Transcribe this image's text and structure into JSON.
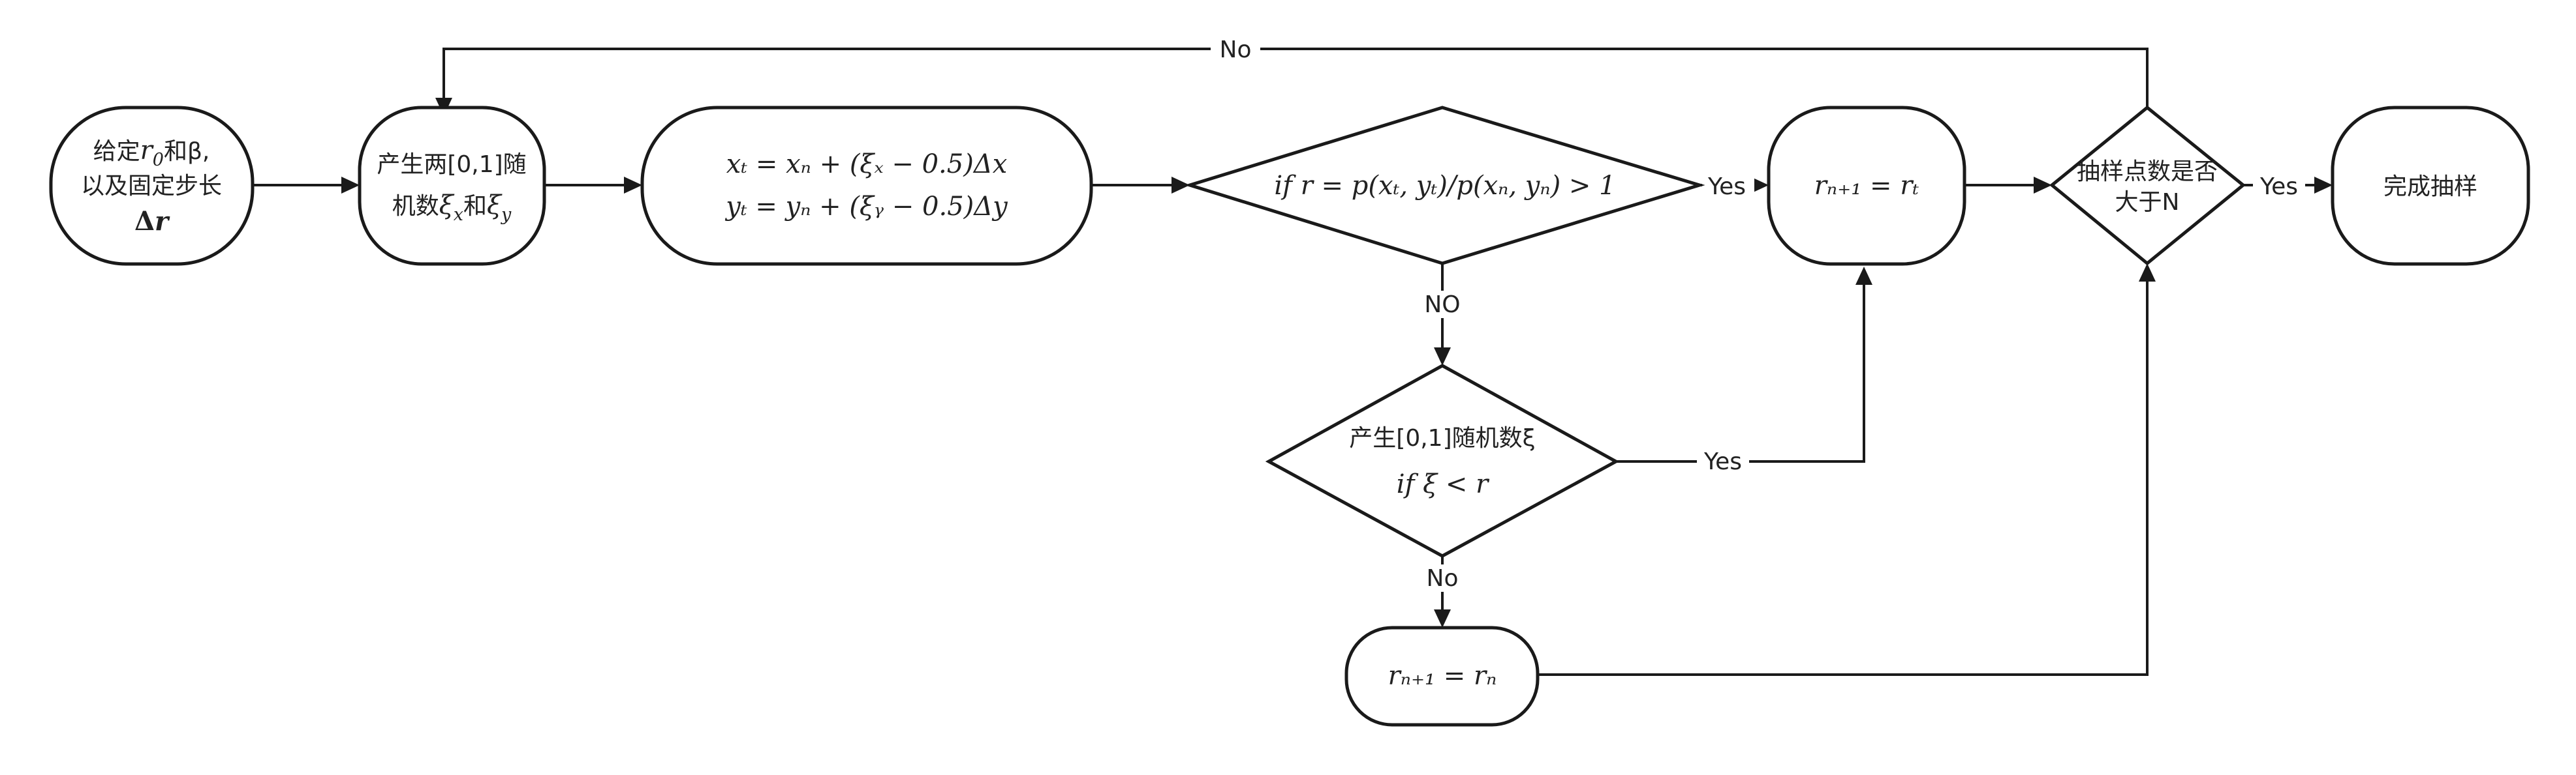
{
  "nodes": {
    "start": {
      "line1_prefix": "给定",
      "line1_r": "r",
      "line1_r0_sub": "0",
      "line1_suffix": "和β,",
      "line2": "以及固定步长",
      "line3_delta": "Δ",
      "line3_r": "r"
    },
    "generate_two": {
      "line1": "产生两[0,1]随",
      "line2_prefix": "机数",
      "xi": "ξ",
      "sub_x": "x",
      "mid": "和",
      "sub_y": "y"
    },
    "update": {
      "line1": "xₜ = xₙ + (ξₓ − 0.5)Δx",
      "line2": "yₜ = yₙ + (ξᵧ − 0.5)Δy"
    },
    "decision_ratio": {
      "label": "if   r = p(xₜ, yₜ)/p(xₙ, yₙ) > 1"
    },
    "accept": {
      "label": "rₙ₊₁ = rₜ"
    },
    "decision_count": {
      "line1": "抽样点数是否",
      "line2": "大于N"
    },
    "finish": {
      "label": "完成抽样"
    },
    "decision_random": {
      "line1": "产生[0,1]随机数ξ",
      "line2": "if   ξ < r"
    },
    "reject": {
      "label": "rₙ₊₁ = rₙ"
    }
  },
  "edges": {
    "count_no": "No",
    "ratio_yes": "Yes",
    "ratio_no": "NO",
    "random_yes": "Yes",
    "random_no": "No",
    "count_yes": "Yes"
  }
}
